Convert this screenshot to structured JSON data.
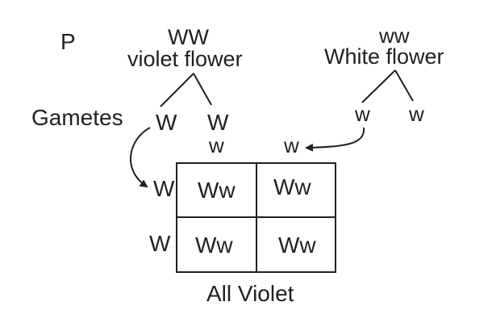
{
  "parent_label": "P",
  "parent1": {
    "genotype": "WW",
    "phenotype": "violet flower",
    "gametes": [
      "W",
      "W"
    ]
  },
  "parent2": {
    "genotype": "ww",
    "phenotype": "White flower",
    "gametes": [
      "w",
      "w"
    ]
  },
  "gametes_label": "Gametes",
  "punnett": {
    "column_headers": [
      "w",
      "w"
    ],
    "row_headers": [
      "W",
      "W"
    ],
    "cells": [
      [
        "Ww",
        "Ww"
      ],
      [
        "Ww",
        "Ww"
      ]
    ]
  },
  "result": "All Violet",
  "colors": {
    "ink": "#231f20",
    "background": "#ffffff"
  }
}
